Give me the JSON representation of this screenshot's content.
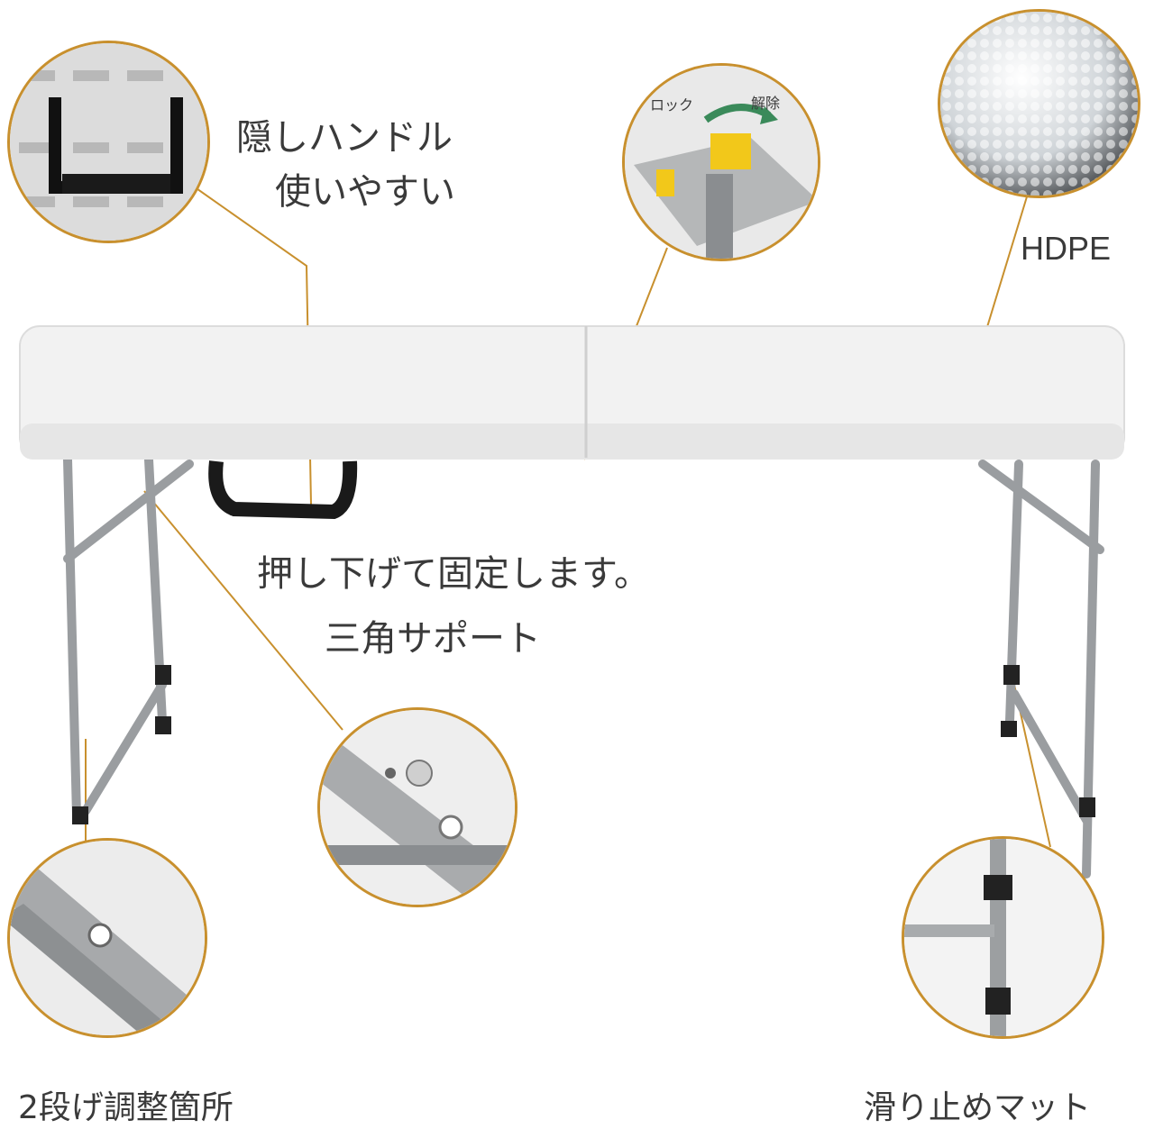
{
  "labels": {
    "hidden_handle_line1": "隠しハンドル",
    "hidden_handle_line2": "使いやすい",
    "lock": "ロック",
    "unlock": "解除",
    "hdpe": "HDPE",
    "push_down": "押し下げて固定します。",
    "triangle_support": "三角サポート",
    "height_adjust": "2段げ調整箇所",
    "anti_slip": "滑り止めマット"
  },
  "colors": {
    "callout_line": "#c8902e",
    "table_top": "#f2f2f2",
    "frame": "#8a8d90",
    "latch": "#f2c81a",
    "handle": "#1a1a1a"
  },
  "icons": {
    "lock_arrow": "curved-arrow-icon"
  }
}
